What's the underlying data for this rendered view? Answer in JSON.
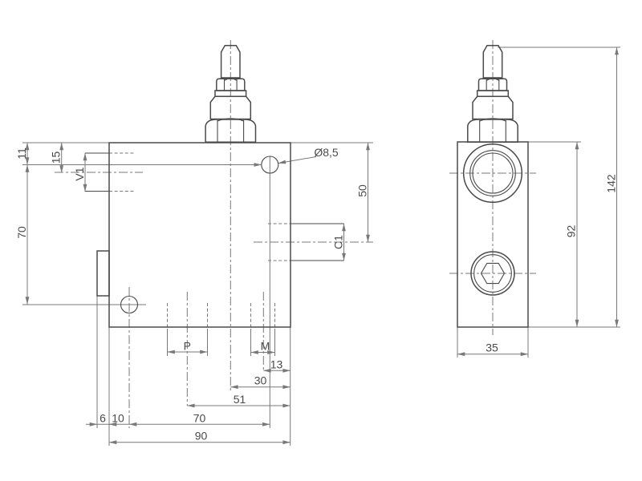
{
  "drawing": {
    "type": "technical-drawing",
    "front_view": {
      "dim_11": "11",
      "dim_15": "15",
      "port_v1": "V1",
      "dim_70_vertical": "70",
      "hole_note": "Ø8,5",
      "dim_50": "50",
      "port_c1": "C1",
      "port_p": "P",
      "port_m": "M",
      "dim_13": "13",
      "dim_30": "30",
      "dim_51": "51",
      "dim_70_horizontal": "70",
      "dim_6": "6",
      "dim_10": "10",
      "dim_90": "90"
    },
    "side_view": {
      "dim_142": "142",
      "dim_92": "92",
      "dim_35": "35"
    },
    "colors": {
      "background": "#ffffff",
      "outline": "#4a4a4a",
      "thin": "#787878",
      "text": "#4a4a4a"
    }
  }
}
